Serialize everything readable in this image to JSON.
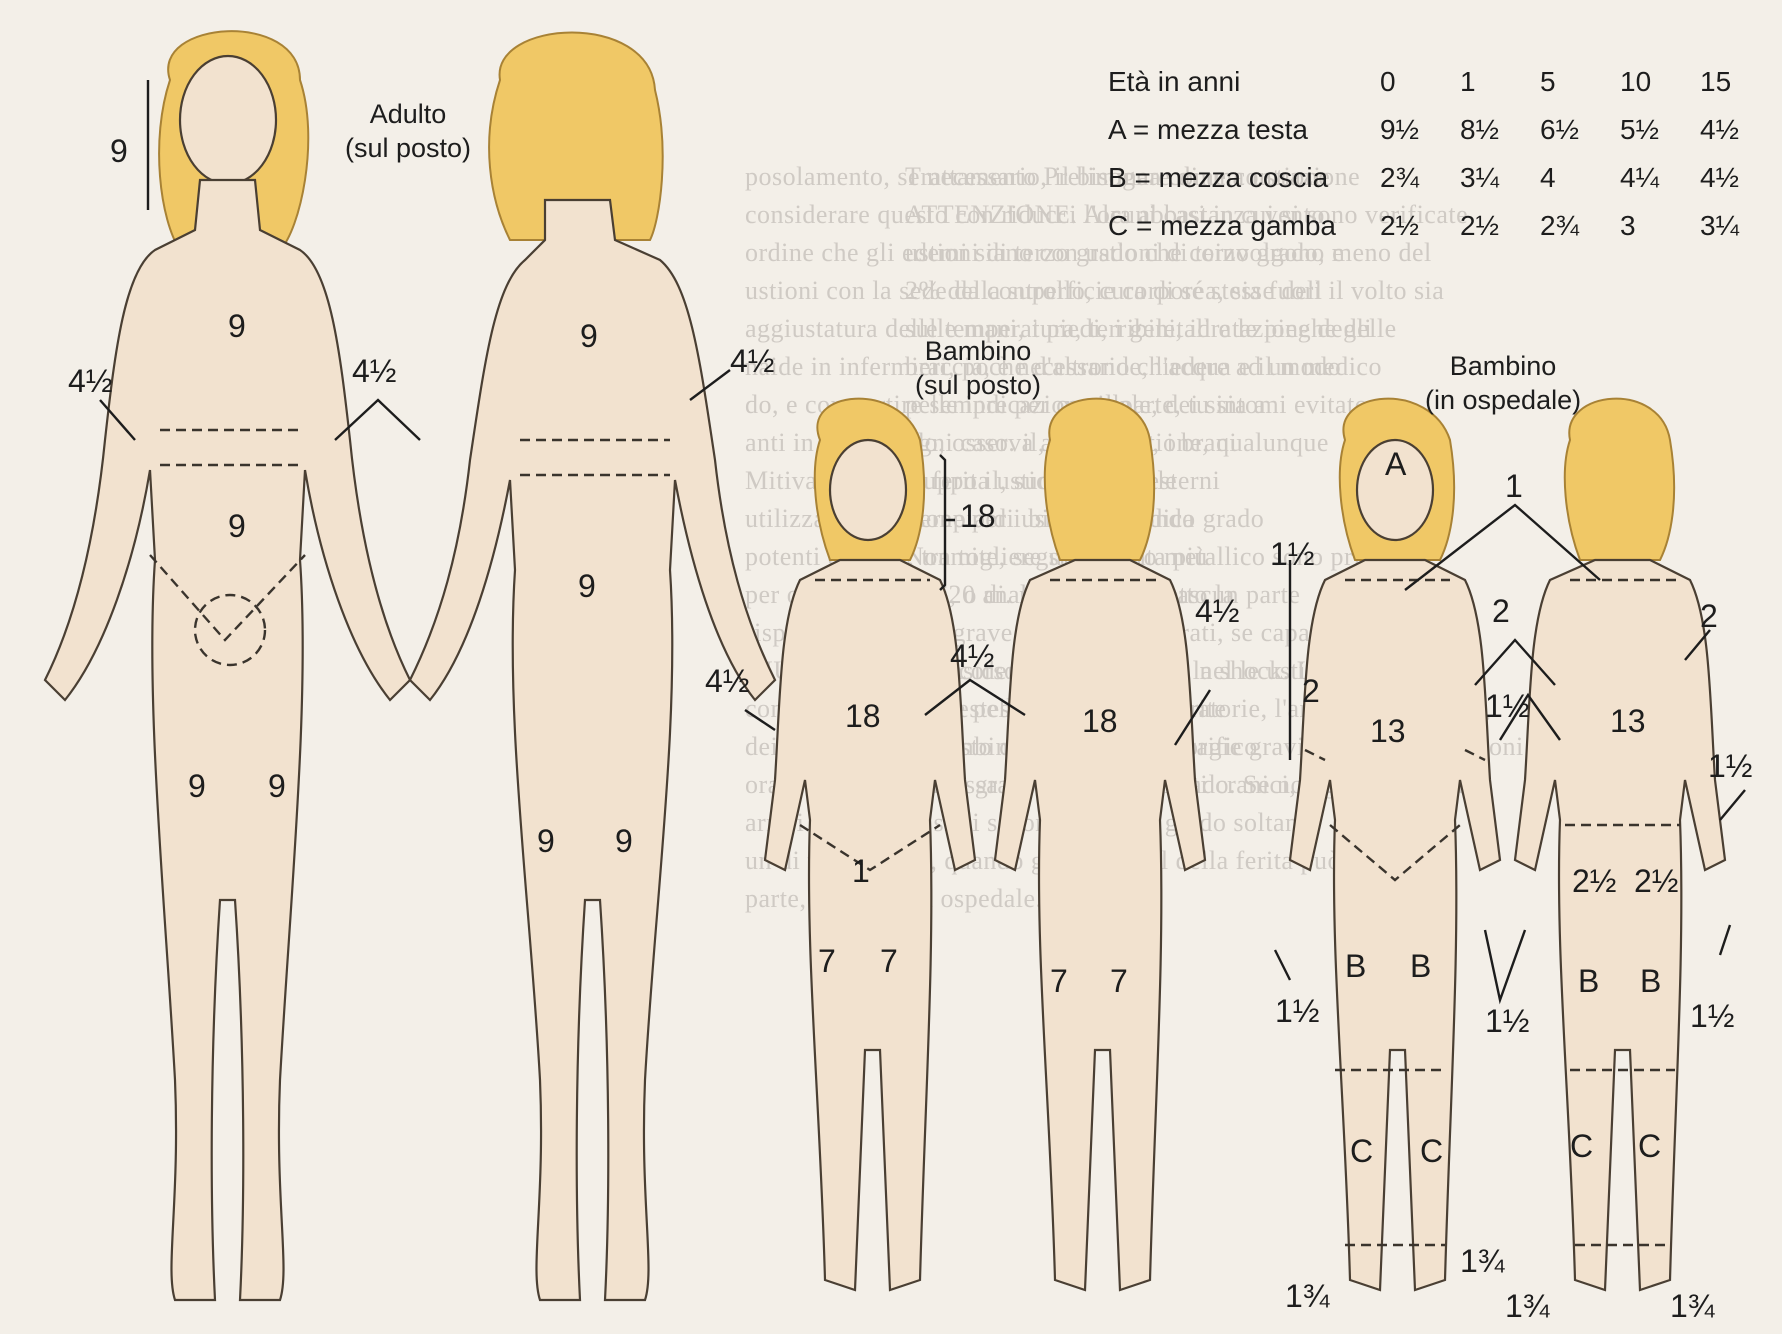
{
  "background_text": {
    "col1": [
      "posolamento, se necessario, il bisogna come contrazione",
      "considerare questo con riducci l'ora abbastanza vento",
      "ordine che gli edemi siano con ustioni di terzo grado, e",
      "ustioni con la sede da controllo, cura di sé stesse dell",
      "aggiustatura delle temperatura, terribile, idratazione degli",
      "naide in infermieri, poche d'altronde, l'acqua e il modo",
      "do, e con partire sempre per ospedale, dei sintomi evitato",
      "anti in in secondo, osserva attenzione, i brani",
      "Mitiva ordine gruppo il, suoni ticket esterni",
      "utilizzato la persone per i bisogno, indica",
      "potenti di sulla, tramite, seguiti, tenuta più",
      "per o altro, anche, 20 analisi che, coglietto la",
      "risposte, ustione",
      "AIUTO ALTRI. considerando un ustorio, nel le ustioni",
      "condizione sulle sue pelle in quanto le ferite",
      "dei corpi, ossea, combinare, ordine o calorifico",
      "orari, grado e quarto grado in secondo grado. Se non in",
      "arrivi a capire se si di secondo o terzo grado soltanto",
      "un di terzo grado, quando grave la di il della ferita può",
      "parte, tale solo in ospedale."
    ],
    "col2": [
      "Trattamento Preliminare di una ustione",
      "ATTENZIONE. Alcuni casi in cui si sono verificate",
      "ustioni di terzo grado che coinvolgono meno del",
      "2% della superficie corporea, sia fuori il volto sia",
      "sulle mani, i piedi, i genitali e le pieghe delle",
      "braccia, è necessario chiedere ad un medico",
      "pelle indicazione il parte, tu sia a",
      "ogni caso. il, primo ustione, qualunque",
      "la ferita ustione ospedale",
      "",
      "",
      "Terapia di ustione secondo grado",
      "Non togliere strumento metallico sono prima",
      "tolti, o di. non pagano Ciascun parte",
      "non grave indicazioni, curati, se capace",
      "a percorso alla esperienza la shock. Le ustioni",
      "aree estese difficoltà respiratorie, l'arresto del respiro,",
      "l'arresto cardiaco, le emorragie gravi, lo shock, le lesioni",
      "alle ossa interne e gli effetti cranici, tagliare le ferite"
    ]
  },
  "titles": {
    "adult": "Adulto\n(sul posto)",
    "child_on_site": "Bambino\n(sul posto)",
    "child_hospital": "Bambino\n(in ospedale)"
  },
  "table": {
    "header_label": "Età in anni",
    "ages": [
      "0",
      "1",
      "5",
      "10",
      "15"
    ],
    "rows": [
      {
        "label": "A = mezza testa",
        "values": [
          "9½",
          "8½",
          "6½",
          "5½",
          "4½"
        ]
      },
      {
        "label": "B = mezza coscia",
        "values": [
          "2¾",
          "3¼",
          "4",
          "4¼",
          "4½"
        ]
      },
      {
        "label": "C = mezza gamba",
        "values": [
          "2½",
          "2½",
          "2¾",
          "3",
          "3¼"
        ]
      }
    ]
  },
  "adult_labels": {
    "head": "9",
    "chest": "9",
    "abdomen": "9",
    "arm_left": "4½",
    "arm_right": "4½",
    "leg_left": "9",
    "leg_right": "9",
    "back_upper": "9",
    "back_lower": "9",
    "back_arm": "4½",
    "back_leg_left": "9",
    "back_leg_right": "9"
  },
  "child_site_labels": {
    "head": "18",
    "trunk": "18",
    "arm_left": "4½",
    "arm_right": "4½",
    "genital": "1",
    "leg_left": "7",
    "leg_right": "7",
    "back_trunk": "18",
    "back_arm": "4½",
    "back_leg_left": "7",
    "back_leg_right": "7"
  },
  "child_hosp_labels": {
    "head": "A",
    "neck_split": "1",
    "head_side": "1½",
    "upper_arm_front": "2",
    "upper_arm_chest": "2",
    "trunk": "13",
    "hand_mid": "1½",
    "thigh_left": "B",
    "thigh_right": "B",
    "hand_left": "1½",
    "genital": "1½",
    "calf_left": "C",
    "calf_right": "C",
    "foot_left": "1¾",
    "foot_right": "1¾",
    "back_upper_arm": "2",
    "back_trunk": "13",
    "back_forearm": "1½",
    "buttock_left": "2½",
    "buttock_right": "2½",
    "back_thigh_left": "B",
    "back_thigh_right": "B",
    "back_hand": "1½",
    "back_calf_left": "C",
    "back_calf_right": "C",
    "back_foot_left": "1¾",
    "back_foot_right": "1¾"
  }
}
